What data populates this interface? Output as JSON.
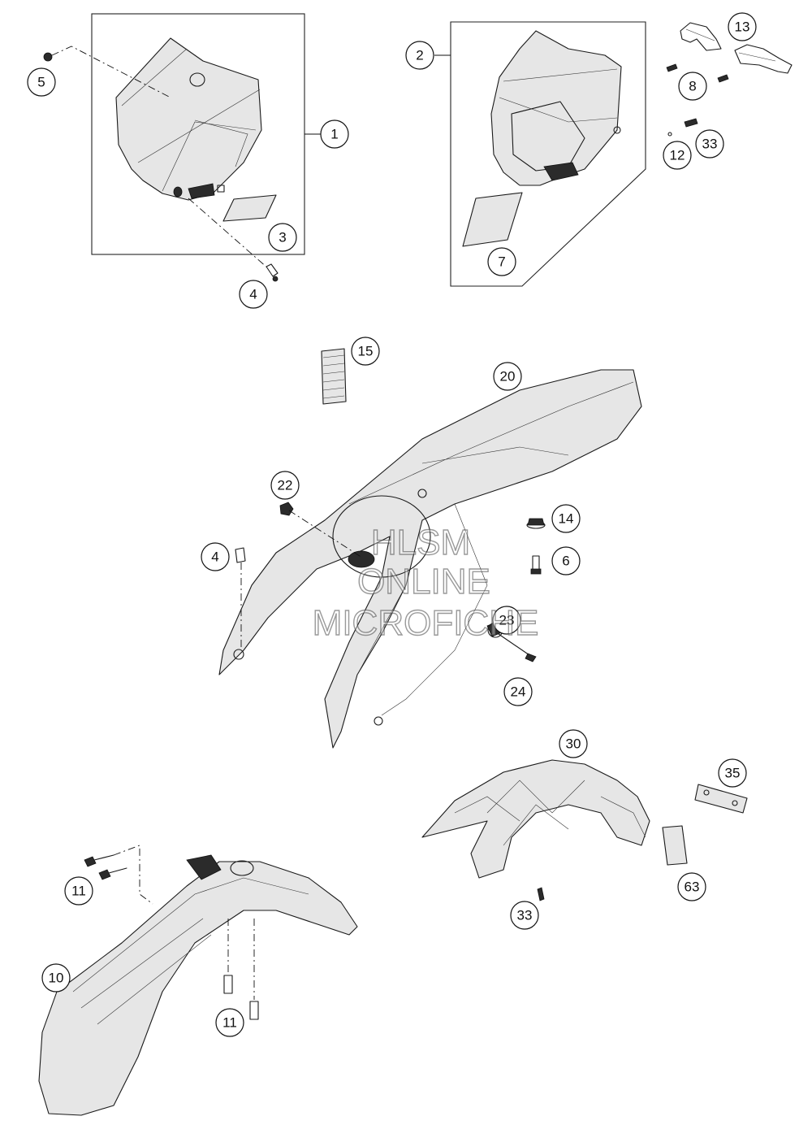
{
  "callouts": {
    "c1": "1",
    "c2": "2",
    "c3": "3",
    "c4a": "4",
    "c4b": "4",
    "c5": "5",
    "c6": "6",
    "c7": "7",
    "c8": "8",
    "c10": "10",
    "c11a": "11",
    "c11b": "11",
    "c12": "12",
    "c13": "13",
    "c14": "14",
    "c15": "15",
    "c20": "20",
    "c22": "22",
    "c23": "23",
    "c24": "24",
    "c30": "30",
    "c33a": "33",
    "c33b": "33",
    "c35": "35",
    "c63": "63"
  },
  "watermark": {
    "line1": "HLSM",
    "line2": "ONLINE",
    "line3": "MICROFICHE"
  }
}
